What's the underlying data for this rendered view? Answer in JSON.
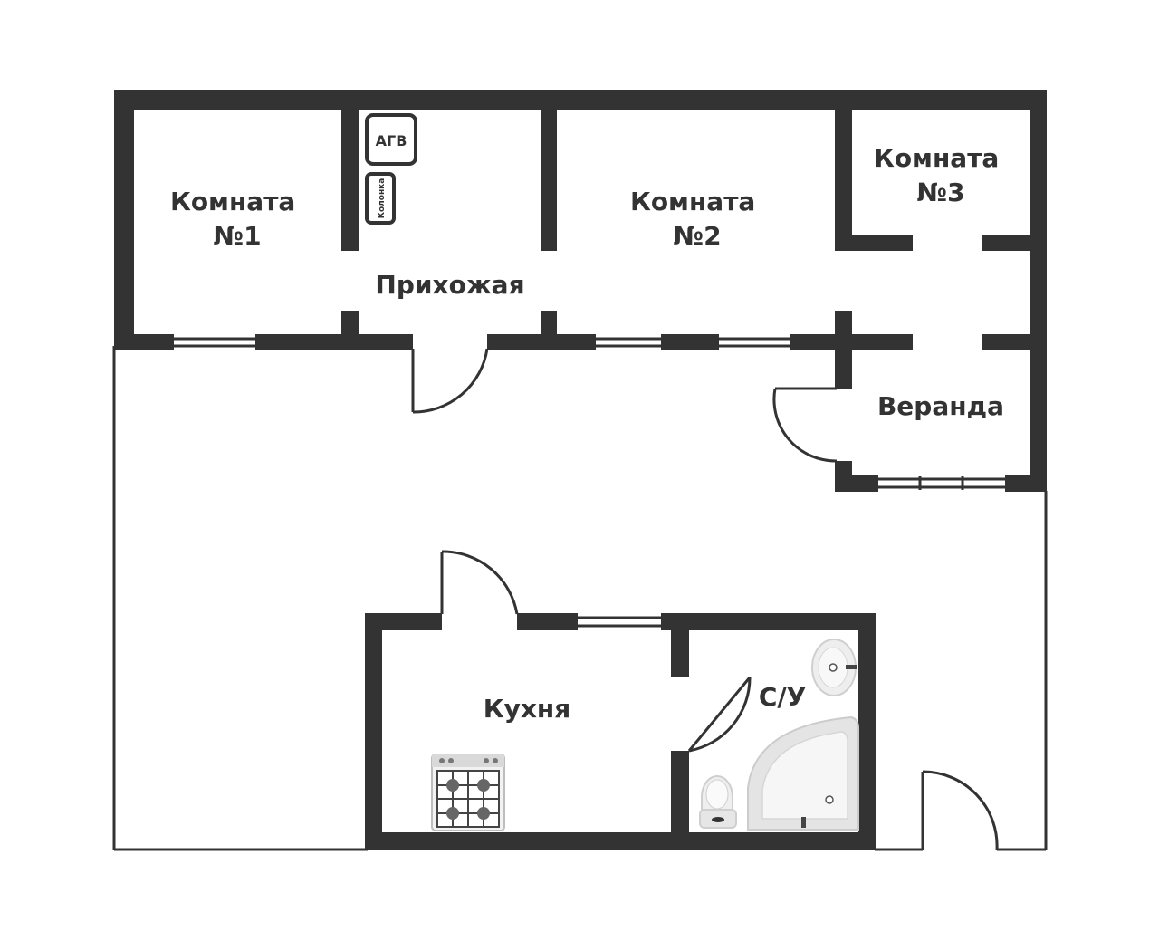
{
  "rooms": {
    "room1": {
      "line1": "Комната",
      "line2": "№1"
    },
    "room2": {
      "line1": "Комната",
      "line2": "№2"
    },
    "room3": {
      "line1": "Комната",
      "line2": "№3"
    },
    "hallway": "Прихожая",
    "veranda": "Веранда",
    "kitchen": "Кухня",
    "bathroom": "С/У"
  },
  "appliances": {
    "gas_boiler": "АГВ",
    "water_heater": "Колонка"
  },
  "colors": {
    "wall": "#333333",
    "outline": "#333333",
    "background": "#ffffff",
    "fixture_fill": "#e9e9e9",
    "fixture_stroke": "#bdbdbd"
  }
}
